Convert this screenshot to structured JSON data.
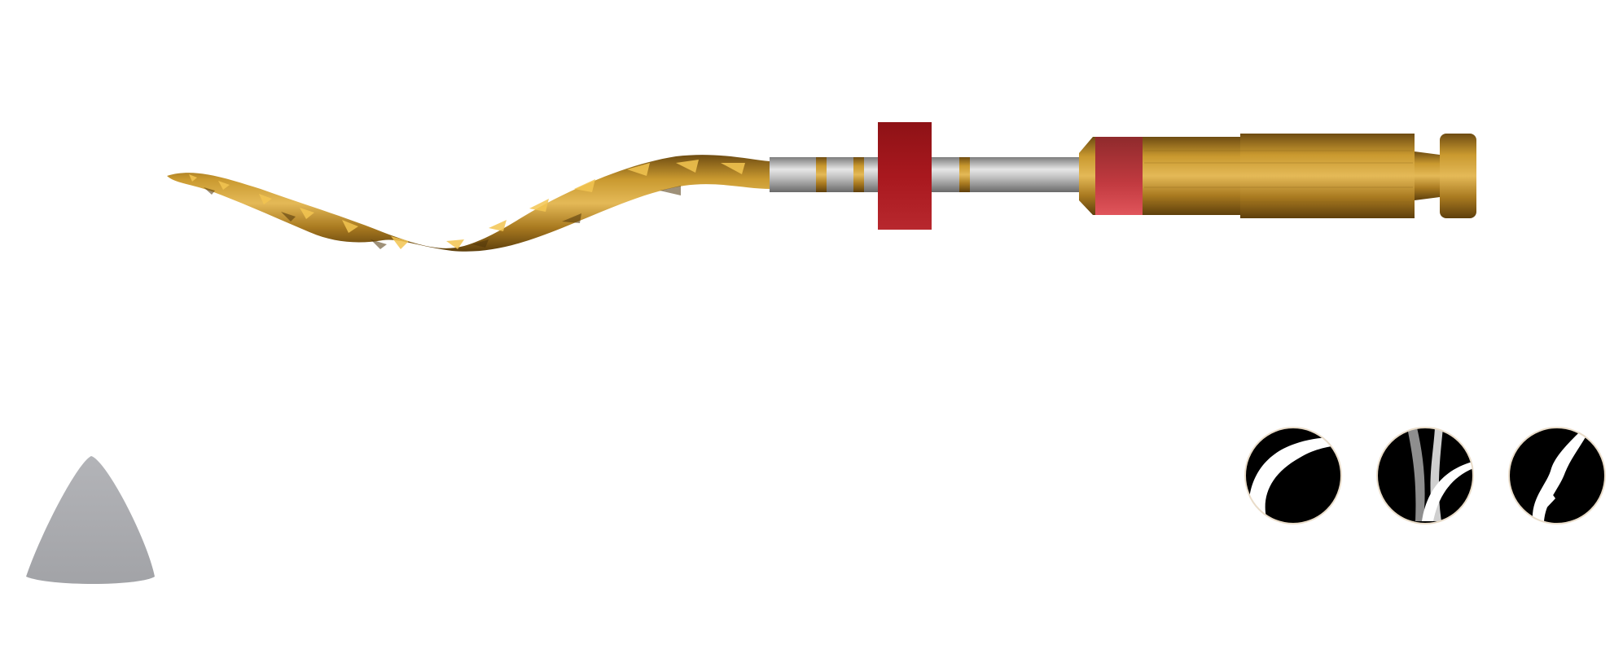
{
  "image": {
    "subject": "endodontic-file",
    "background": "#ffffff"
  },
  "instrument": {
    "blade_color": "#b8892c",
    "blade_highlight": "#f2c14e",
    "shaft_color": "#b9b9b9",
    "stopper_color": "#b01c22",
    "handle_color": "#b8892c",
    "handle_band_color": "#d9434b"
  },
  "cross_section": {
    "shape": "triangle",
    "color": "#a9aaae"
  },
  "thumbnails": [
    {
      "name": "canal-single-curve",
      "icon": "canal-curve-icon"
    },
    {
      "name": "canal-double-curve",
      "icon": "canal-double-curve-icon"
    },
    {
      "name": "canal-s-curve",
      "icon": "canal-s-curve-icon"
    }
  ]
}
